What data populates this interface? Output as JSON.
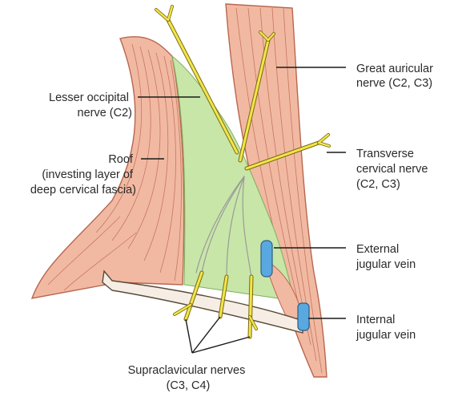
{
  "diagram": {
    "labels": {
      "great_auricular": [
        "Great auricular",
        "nerve (C2, C3)"
      ],
      "lesser_occipital": [
        "Lesser occipital",
        "nerve (C2)"
      ],
      "roof": [
        "Roof",
        "(investing layer of",
        "deep cervical fascia)"
      ],
      "transverse_cervical": [
        "Transverse",
        "cervical nerve",
        "(C2, C3)"
      ],
      "external_jugular": [
        "External",
        "jugular vein"
      ],
      "internal_jugular": [
        "Internal",
        "jugular vein"
      ],
      "supraclavicular": [
        "Supraclavicular nerves",
        "(C3, C4)"
      ]
    },
    "colors": {
      "muscle_fill": "#f2b9a2",
      "muscle_stroke": "#b8664f",
      "roof_fill": "#c8e6a8",
      "nerve": "#f2e64a",
      "nerve_outline": "#7a6a10",
      "vein": "#5aa8e0",
      "bone": "#f6eee4"
    }
  }
}
